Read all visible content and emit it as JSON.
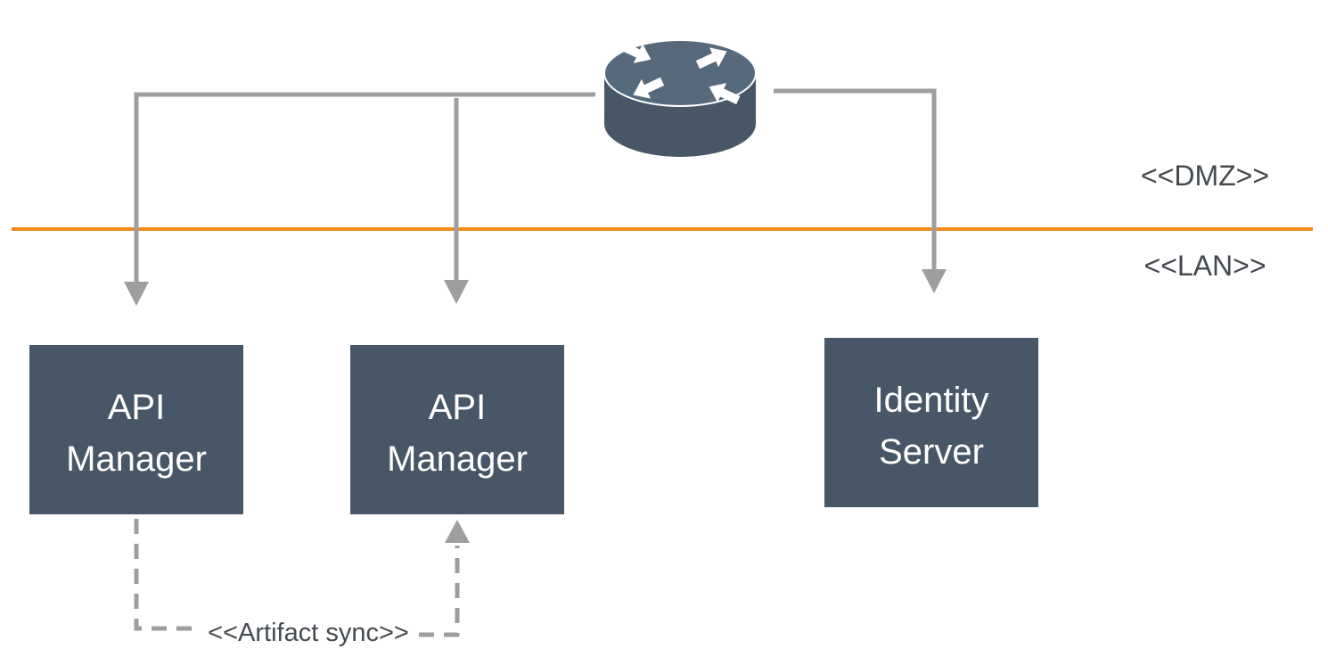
{
  "zones": {
    "upper_label": "<<DMZ>>",
    "lower_label": "<<LAN>>",
    "boundary_color": "#F08A1A"
  },
  "router": {
    "icon": "router-icon",
    "color": "#475767"
  },
  "nodes": [
    {
      "id": "api-manager-1",
      "line1": "API",
      "line2": "Manager"
    },
    {
      "id": "api-manager-2",
      "line1": "API",
      "line2": "Manager"
    },
    {
      "id": "identity-server",
      "line1": "Identity",
      "line2": "Server"
    }
  ],
  "edges": {
    "sync_label": "<<Artifact sync>>"
  },
  "colors": {
    "node_fill": "#475767",
    "connector": "#9E9E9E",
    "label_text": "#444A50"
  }
}
